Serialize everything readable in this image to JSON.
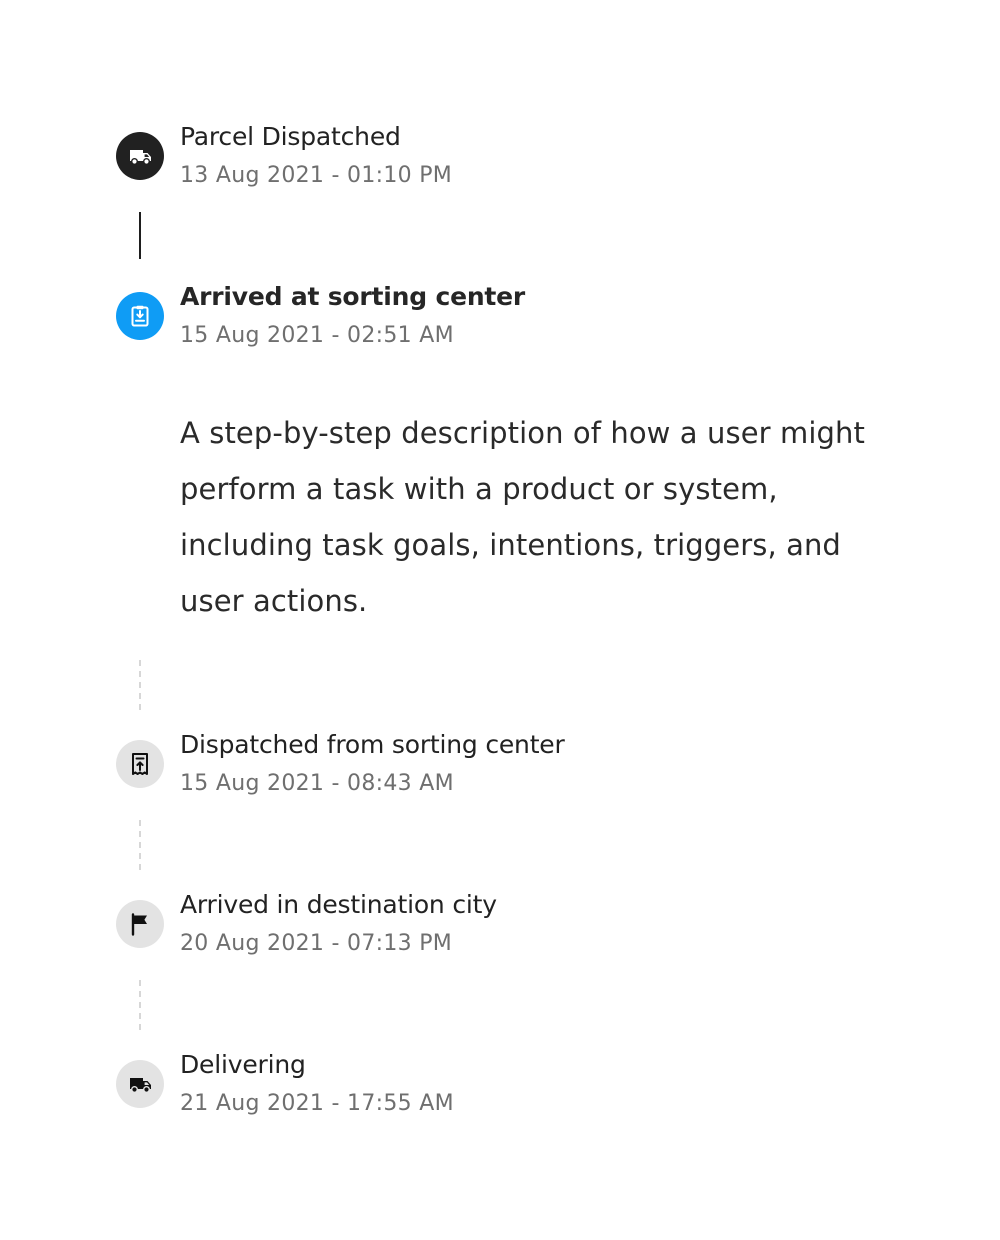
{
  "timeline": {
    "steps": [
      {
        "title": "Parcel Dispatched",
        "timestamp": "13 Aug 2021 - 01:10 PM",
        "icon": "truck-icon",
        "status": "completed"
      },
      {
        "title": "Arrived at sorting center",
        "timestamp": "15 Aug 2021 - 02:51 AM",
        "icon": "clipboard-download-icon",
        "status": "current",
        "description": "A step-by-step description of how a user might perform a task with a product or system, including task goals, intentions, triggers, and user actions."
      },
      {
        "title": "Dispatched from sorting center",
        "timestamp": "15 Aug 2021 - 08:43 AM",
        "icon": "receipt-upload-icon",
        "status": "pending"
      },
      {
        "title": "Arrived in destination city",
        "timestamp": "20 Aug 2021 - 07:13 PM",
        "icon": "flag-icon",
        "status": "pending"
      },
      {
        "title": "Delivering",
        "timestamp": "21 Aug 2021 - 17:55 AM",
        "icon": "truck-icon",
        "status": "pending"
      }
    ]
  },
  "colors": {
    "completed": "#212121",
    "current": "#0f9cf5",
    "pending": "#e3e3e3",
    "timestamp_text": "#6f6f6f",
    "dashed_connector": "#d7d7d7"
  }
}
